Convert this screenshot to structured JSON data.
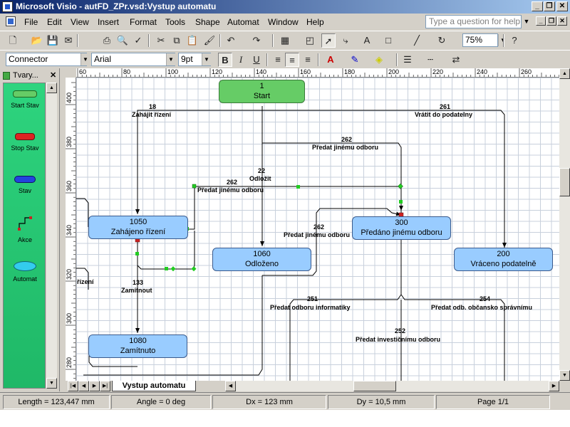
{
  "window": {
    "title": "Microsoft Visio - autFD_ZPr.vsd:Vystup automatu",
    "minimize": "_",
    "restore": "❐",
    "close": "✕"
  },
  "menu": {
    "items": [
      "File",
      "Edit",
      "View",
      "Insert",
      "Format",
      "Tools",
      "Shape",
      "Automat",
      "Window",
      "Help"
    ],
    "ask_placeholder": "Type a question for help"
  },
  "toolbar_standard": {
    "zoom": "75%"
  },
  "toolbar_format": {
    "style": "Connector",
    "font": "Arial",
    "size": "9pt",
    "bold": "B",
    "italic": "I",
    "underline": "U"
  },
  "stencil": {
    "title": "Tvary...",
    "masters": [
      "Start Stav",
      "Stop Stav",
      "Stav",
      "Akce",
      "Automat"
    ],
    "colors": {
      "start": "#66cc66",
      "stop": "#dd2222",
      "stav": "#2244dd",
      "automat": "#33ccee"
    }
  },
  "rulers": {
    "horizontal": [
      "60",
      "80",
      "100",
      "120",
      "140",
      "160",
      "180",
      "200",
      "220",
      "240",
      "260"
    ],
    "vertical": [
      "400",
      "380",
      "360",
      "340",
      "320",
      "300",
      "280"
    ]
  },
  "diagram": {
    "nodes": [
      {
        "id": "1",
        "label": "Start",
        "kind": "start"
      },
      {
        "id": "1050",
        "label": "Zahájeno řízení",
        "kind": "stav"
      },
      {
        "id": "1060",
        "label": "Odloženo",
        "kind": "stav"
      },
      {
        "id": "300",
        "label": "Předáno jinému odboru",
        "kind": "stav"
      },
      {
        "id": "200",
        "label": "Vráceno podatelně",
        "kind": "stav"
      },
      {
        "id": "1080",
        "label": "Zamítnuto",
        "kind": "stav"
      }
    ],
    "transitions": [
      {
        "num": "18",
        "text": "Zahájit řízení"
      },
      {
        "num": "261",
        "text": "Vrátit do podatelny"
      },
      {
        "num": "262",
        "text": "Předat jinému odboru"
      },
      {
        "num": "22",
        "text": "Odložit"
      },
      {
        "num": "262",
        "text": "Předat jinému odboru"
      },
      {
        "num": "262",
        "text": "Předat jinému odboru"
      },
      {
        "num": "133",
        "text": "Zamítnout"
      },
      {
        "num": "251",
        "text": "Předat odboru informatiky"
      },
      {
        "num": "254",
        "text": "Předat odb. občansko správnímu"
      },
      {
        "num": "252",
        "text": "Předat investičnímu odboru"
      }
    ],
    "partial_label": "řízení"
  },
  "page_tab": "Vystup automatu",
  "status": {
    "length": "Length = 123,447 mm",
    "angle": "Angle = 0 deg",
    "dx": "Dx = 123 mm",
    "dy": "Dy = 10,5 mm",
    "page": "Page 1/1"
  }
}
